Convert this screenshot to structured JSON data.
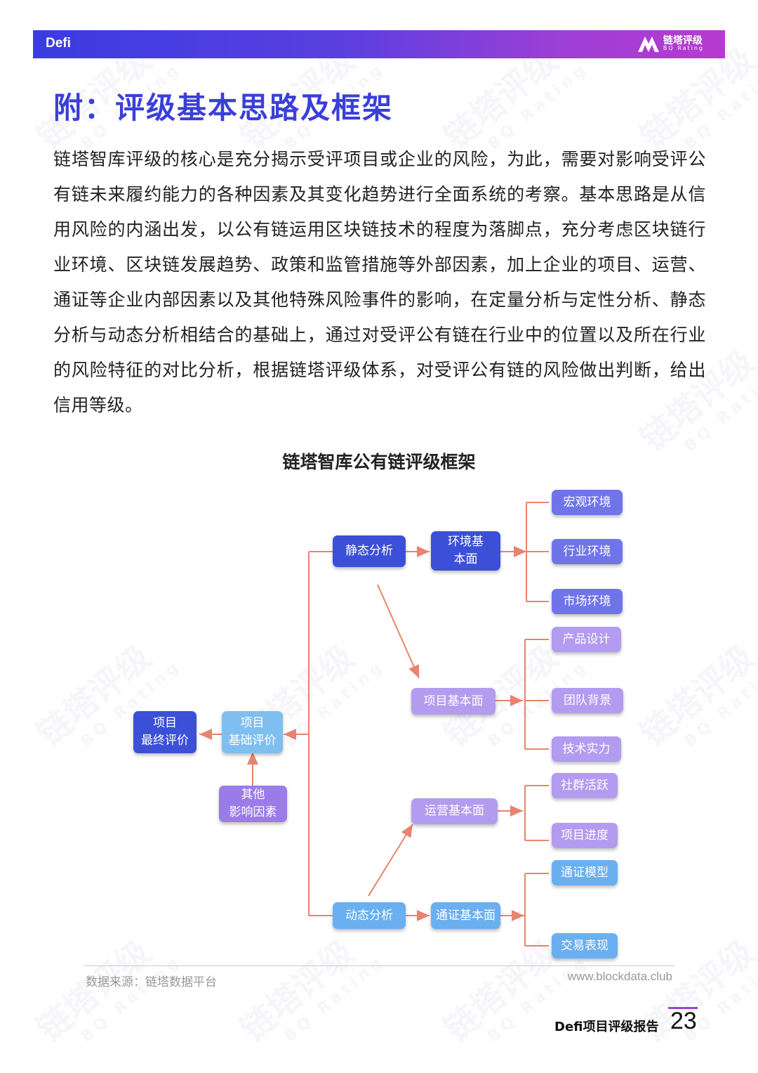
{
  "header": {
    "title": "Defi",
    "logo_cn": "链塔评级",
    "logo_en": "BQ Rating"
  },
  "page_title": "附：评级基本思路及框架",
  "body_paragraph": "链塔智库评级的核心是充分揭示受评项目或企业的风险，为此，需要对影响受评公有链未来履约能力的各种因素及其变化趋势进行全面系统的考察。基本思路是从信用风险的内涵出发，以公有链运用区块链技术的程度为落脚点，充分考虑区块链行业环境、区块链发展趋势、政策和监管措施等外部因素，加上企业的项目、运营、通证等企业内部因素以及其他特殊风险事件的影响，在定量分析与定性分析、静态分析与动态分析相结合的基础上，通过对受评公有链在行业中的位置以及所在行业的风险特征的对比分析，根据链塔评级体系，对受评公有链的风险做出判断，给出信用等级。",
  "diagram": {
    "title": "链塔智库公有链评级框架",
    "nodes": {
      "final_eval": "项目\n最终评价",
      "base_eval": "项目\n基础评价",
      "other_factors": "其他\n影响因素",
      "static_analysis": "静态分析",
      "dynamic_analysis": "动态分析",
      "env_fundamentals": "环境基\n本面",
      "project_fundamentals": "项目基本面",
      "ops_fundamentals": "运营基本面",
      "token_fundamentals": "通证基本面",
      "macro_env": "宏观环境",
      "industry_env": "行业环境",
      "market_env": "市场环境",
      "product_design": "产品设计",
      "team_background": "团队背景",
      "tech_strength": "技术实力",
      "community_activity": "社群活跃",
      "project_progress": "项目进度",
      "token_model": "通证模型",
      "trading_performance": "交易表现"
    }
  },
  "footer": {
    "source": "数据来源：链塔数据平台",
    "website": "www.blockdata.club",
    "report_name": "Defi项目评级报告",
    "page_number": "23"
  },
  "colors": {
    "header_start": "#3a3ce0",
    "header_end": "#b83ad0",
    "title": "#3b3fd8",
    "arrow": "#e8836f"
  }
}
